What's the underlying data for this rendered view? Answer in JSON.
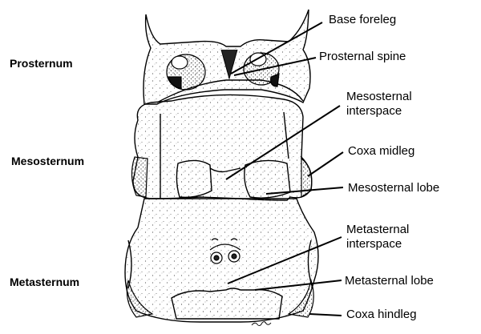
{
  "regions": [
    {
      "id": "prosternum",
      "label": "Prosternum"
    },
    {
      "id": "mesosternum",
      "label": "Mesosternum"
    },
    {
      "id": "metasternum",
      "label": "Metasternum"
    }
  ],
  "callouts": [
    {
      "id": "base-foreleg",
      "lines": [
        "Base foreleg"
      ]
    },
    {
      "id": "prosternal-spine",
      "lines": [
        "Prosternal spine"
      ]
    },
    {
      "id": "mesosternal-interspace",
      "lines": [
        "Mesosternal",
        "interspace"
      ]
    },
    {
      "id": "coxa-midleg",
      "lines": [
        "Coxa midleg"
      ]
    },
    {
      "id": "mesosternal-lobe",
      "lines": [
        "Mesosternal lobe"
      ]
    },
    {
      "id": "metasternal-interspace",
      "lines": [
        "Metasternal",
        "interspace"
      ]
    },
    {
      "id": "metasternal-lobe",
      "lines": [
        "Metasternal lobe"
      ]
    },
    {
      "id": "coxa-hindleg",
      "lines": [
        "Coxa hindleg"
      ]
    }
  ],
  "colors": {
    "ink": "#000000",
    "paper": "#ffffff",
    "stipple": "#555555"
  },
  "signature": "Shmp"
}
